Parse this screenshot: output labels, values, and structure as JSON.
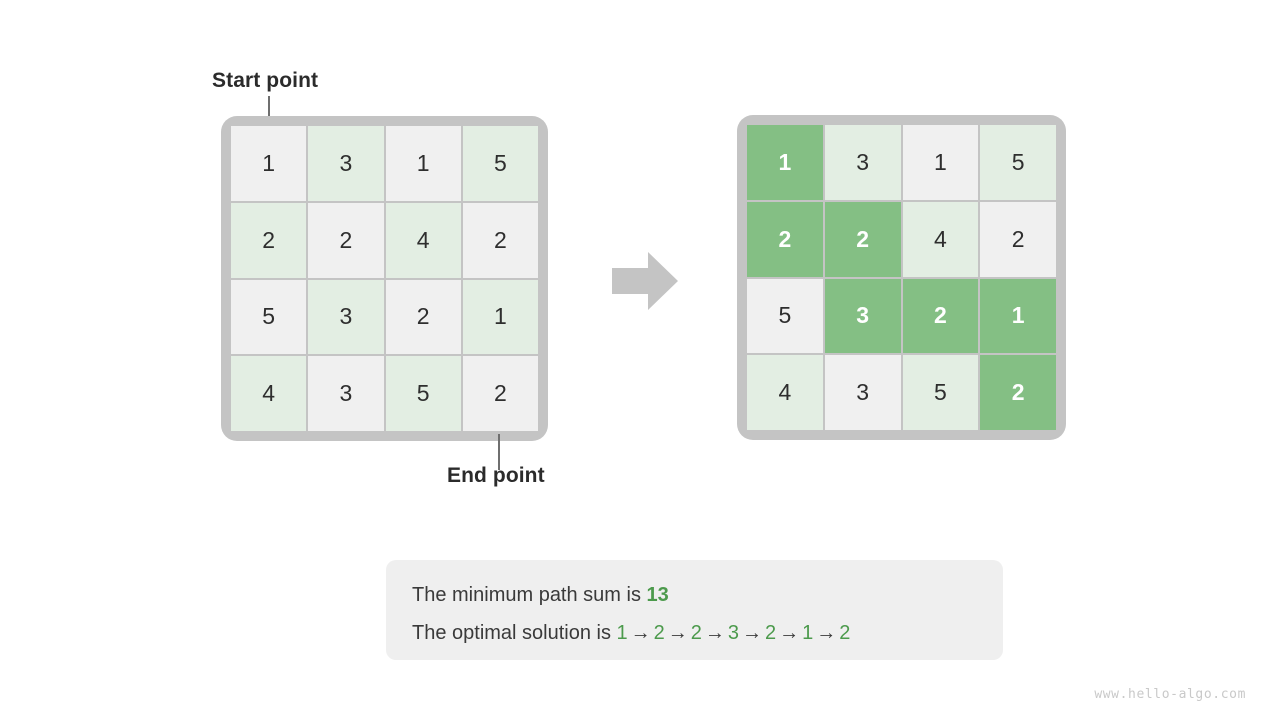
{
  "labels": {
    "start_point": "Start point",
    "end_point": "End point"
  },
  "grid_left": {
    "rows": [
      [
        "1",
        "3",
        "1",
        "5"
      ],
      [
        "2",
        "2",
        "4",
        "2"
      ],
      [
        "5",
        "3",
        "2",
        "1"
      ],
      [
        "4",
        "3",
        "5",
        "2"
      ]
    ],
    "highlighted": [
      [
        false,
        false,
        false,
        false
      ],
      [
        false,
        false,
        false,
        false
      ],
      [
        false,
        false,
        false,
        false
      ],
      [
        false,
        false,
        false,
        false
      ]
    ]
  },
  "grid_right": {
    "rows": [
      [
        "1",
        "3",
        "1",
        "5"
      ],
      [
        "2",
        "2",
        "4",
        "2"
      ],
      [
        "5",
        "3",
        "2",
        "1"
      ],
      [
        "4",
        "3",
        "5",
        "2"
      ]
    ],
    "highlighted": [
      [
        true,
        false,
        false,
        false
      ],
      [
        true,
        true,
        false,
        false
      ],
      [
        false,
        true,
        true,
        true
      ],
      [
        false,
        false,
        false,
        true
      ]
    ]
  },
  "arrow": {
    "icon": "arrow-right-icon",
    "color": "#c4c4c4"
  },
  "caption": {
    "line1_prefix": "The minimum path sum is ",
    "line1_value": "13",
    "line2_prefix": "The optimal solution is ",
    "path_values": [
      "1",
      "2",
      "2",
      "3",
      "2",
      "1",
      "2"
    ],
    "path_separator": "→"
  },
  "watermark": "www.hello-algo.com",
  "colors": {
    "frame": "#c4c4c4",
    "cell_tint_a": "#f0f0f0",
    "cell_tint_b": "#e3eee3",
    "cell_highlight": "#84bf84",
    "accent_green": "#4c9a4c",
    "text": "#2e2e2e",
    "caption_bg": "#efefef"
  }
}
